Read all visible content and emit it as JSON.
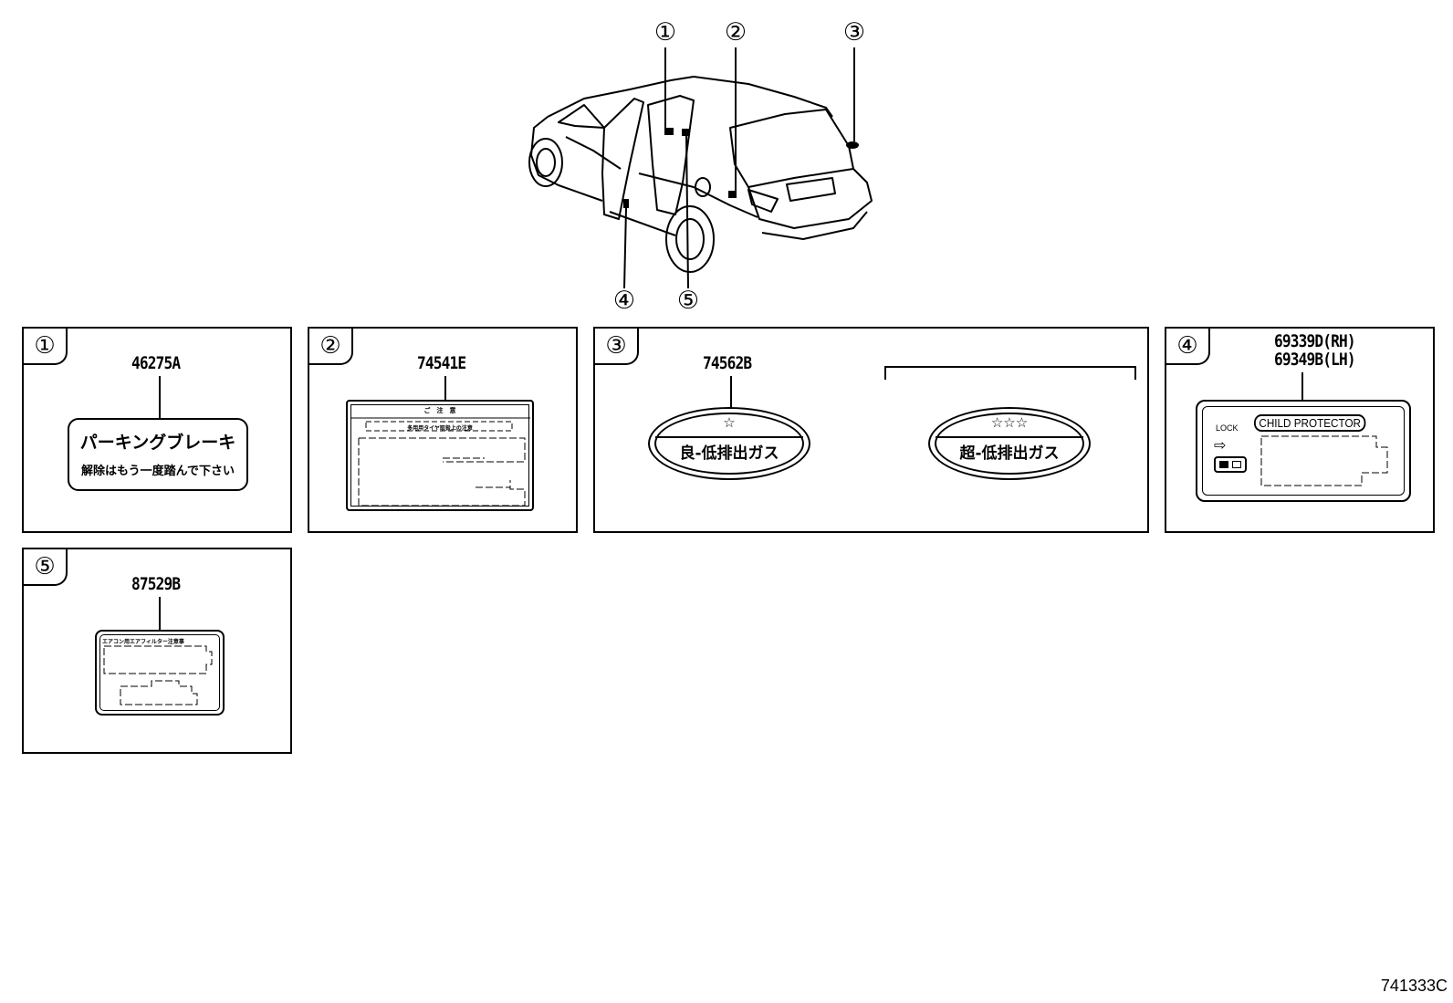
{
  "diagram_code": "741333C",
  "callouts": [
    "①",
    "②",
    "③",
    "④",
    "⑤"
  ],
  "panels": [
    {
      "tag": "①",
      "parts": [
        "46275A"
      ],
      "label_lines": [
        "パーキングブレーキ",
        "解除はもう一度踏んで下さい"
      ]
    },
    {
      "tag": "②",
      "parts": [
        "74541E"
      ],
      "label_lines": [
        "ご　注　意",
        "多用用タイヤ取扱上の注意"
      ]
    },
    {
      "tag": "③",
      "parts": [
        "74562B"
      ],
      "badges": [
        {
          "stars": "☆",
          "text": "良-低排出ガス"
        },
        {
          "stars": "☆☆☆",
          "text": "超-低排出ガス"
        }
      ]
    },
    {
      "tag": "④",
      "parts": [
        "69339D(RH)",
        "69349B(LH)"
      ],
      "lock_text": "LOCK",
      "badge_text": "CHILD PROTECTOR"
    },
    {
      "tag": "⑤",
      "parts": [
        "87529B"
      ],
      "label_lines": [
        "エアコン用エアフィルター注意事"
      ]
    }
  ]
}
